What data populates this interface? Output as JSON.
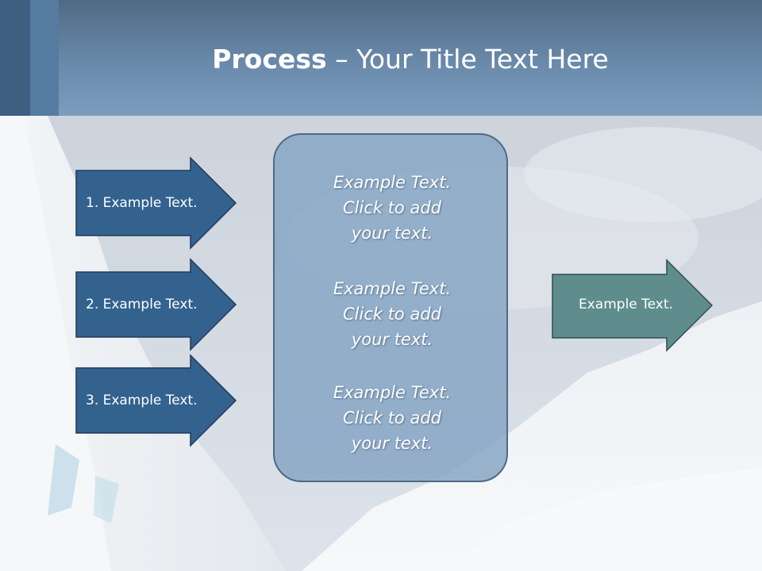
{
  "title": {
    "bold": "Process",
    "rest": " – Your Title Text Here"
  },
  "steps": [
    {
      "label": "1. Example Text."
    },
    {
      "label": "2. Example Text."
    },
    {
      "label": "3. Example Text."
    }
  ],
  "center_blocks": [
    {
      "line1": "Example Text.",
      "line2": "Click  to add",
      "line3": "your text."
    },
    {
      "line1": "Example Text.",
      "line2": "Click  to add",
      "line3": "your text."
    },
    {
      "line1": "Example Text.",
      "line2": "Click  to add",
      "line3": "your text."
    }
  ],
  "output": {
    "label": "Example Text."
  },
  "colors": {
    "step_arrow": "#33628f",
    "output_arrow": "#5f8c8c",
    "center_box": "#87a6c4",
    "header": "#6a8aab"
  }
}
